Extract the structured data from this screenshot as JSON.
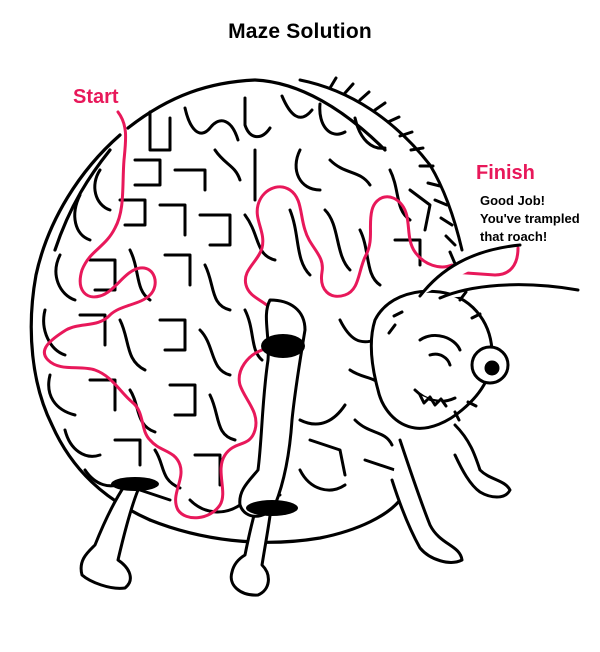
{
  "title": "Maze Solution",
  "start_label": "Start",
  "finish_label": "Finish",
  "message": {
    "line1": "Good Job!",
    "line2": "You've trampled",
    "line3": "that roach!"
  },
  "colors": {
    "ink": "#000000",
    "path": "#e8185a",
    "background": "#ffffff"
  }
}
